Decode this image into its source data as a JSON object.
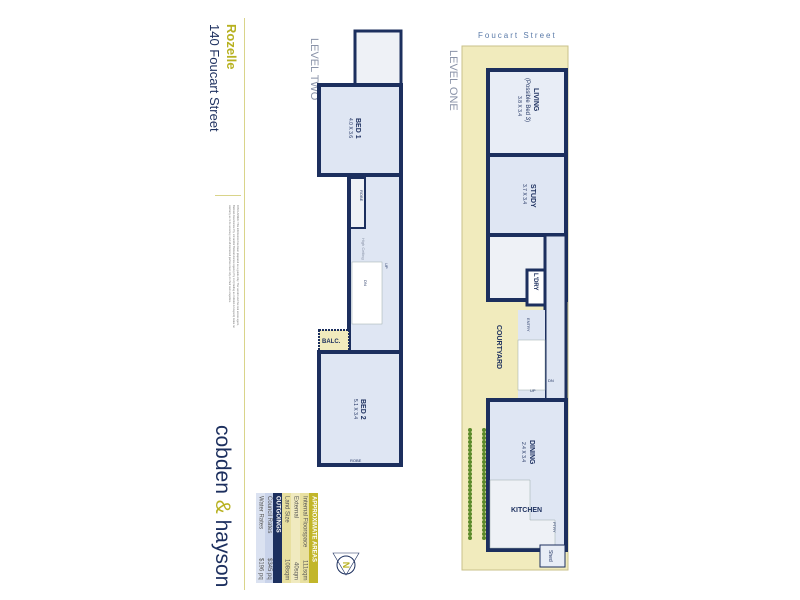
{
  "header": {
    "suburb": "Rozelle",
    "address": "140 Foucart Street"
  },
  "disclaimer": "DISCLAIMER: This information has been prepared as a guide only. The vendor and the real estate agent, Balmain Real Estate Pty Ltd and/or Balmain Estate Agency Pty Ltd (trading as Cobden & Hayson) make no warranty as to its accuracy and all interested parties must rely on their own enquiries.",
  "logo": {
    "left": "cobden",
    "amp": "&",
    "right": "hayson"
  },
  "areas": {
    "title": "APPROXIMATE AREAS",
    "rows": [
      {
        "label": "Internal Floorspace",
        "value": "111sqm"
      },
      {
        "label": "External",
        "value": "40sqm"
      },
      {
        "label": "Land Size",
        "value": "108sqm"
      }
    ],
    "outgoings_title": "OUTGOINGS",
    "outgoings": [
      {
        "label": "Council Rates",
        "value": "$345 pq"
      },
      {
        "label": "Water Rates",
        "value": "$196 pq"
      }
    ]
  },
  "compass": {
    "label": "N",
    "icon": "north-arrow-icon"
  },
  "level_two": {
    "title": "LEVEL TWO",
    "rooms": {
      "bed1": {
        "name": "BED 1",
        "dims": "4.0 X 3.6"
      },
      "robe1": "ROBE",
      "void": "High Ceiling",
      "up": "UP",
      "dn": "DN",
      "balc": "BALC.",
      "bed2": {
        "name": "BED 2",
        "dims": "5.1 X 3.4"
      },
      "robe2": "ROBE"
    }
  },
  "level_one": {
    "title": "LEVEL ONE",
    "street": "Foucart Street",
    "rooms": {
      "living": {
        "name": "LIVING",
        "sub": "(Possible Bed 3)",
        "dims": "3.8 X 3.4"
      },
      "study": {
        "name": "STUDY",
        "dims": "3.7 X 3.4"
      },
      "laundry": "L'DRY",
      "courtyard": "COURTYARD",
      "entry": "ENTRY",
      "dining": {
        "name": "DINING",
        "dims": "2.4 X 3.4"
      },
      "kitchen": "KITCHEN",
      "pantry": "PTRY",
      "shed": "Shed",
      "up": "UP",
      "dn": "DN"
    }
  },
  "colors": {
    "navy": "#1c2f5e",
    "floor": "#dfe6f3",
    "yard": "#f1ebbd",
    "accent": "#b7b120"
  }
}
